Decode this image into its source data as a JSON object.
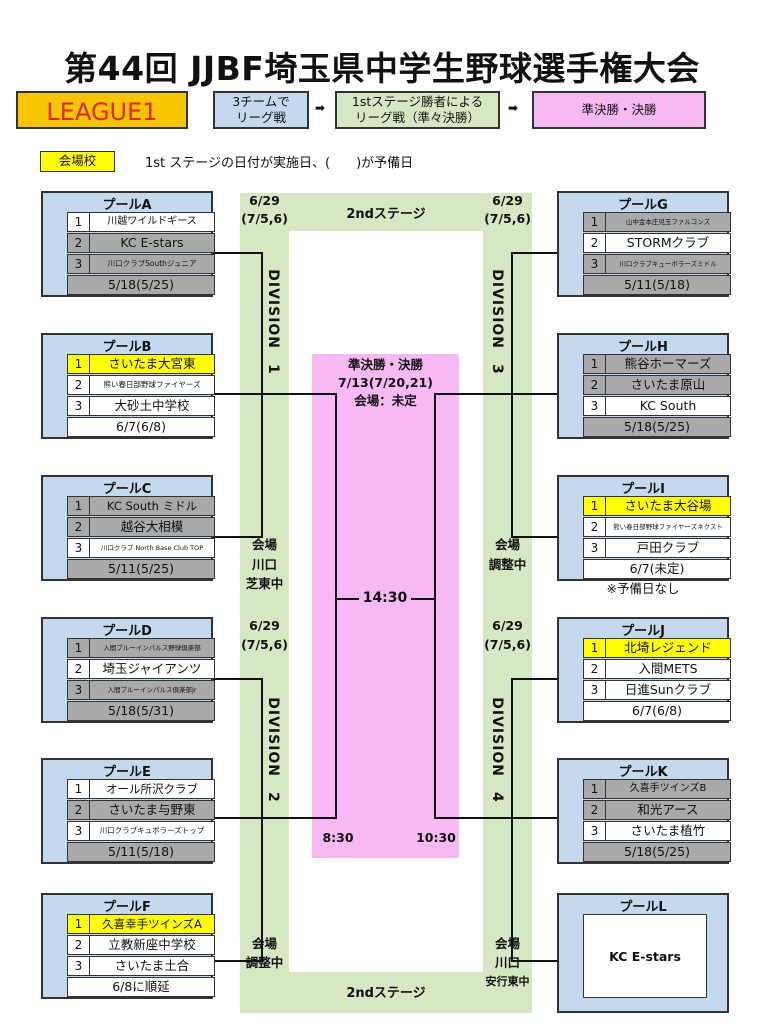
{
  "title": "第44回 JJBF埼玉県中学生野球選手権大会",
  "league": "LEAGUE1",
  "flow": {
    "step1": "3チームで\nリーグ戦",
    "step2": "1stステージ勝者による\nリーグ戦（準々決勝）",
    "step3": "準決勝・決勝"
  },
  "legend": {
    "box": "会場校",
    "text": "1st ステージの日付が実施日、(　　)が予備日"
  },
  "pools": {
    "A": {
      "title": "プールA",
      "teams": [
        "川越ワイルドギース",
        "KC E-stars",
        "川口クラブSouthジュニア"
      ],
      "date": "5/18(5/25)"
    },
    "B": {
      "title": "プールB",
      "teams": [
        "さいたま大宮東",
        "熊い春日部野球ファイヤーズ",
        "大砂土中学校"
      ],
      "date": "6/7(6/8)"
    },
    "C": {
      "title": "プールC",
      "teams": [
        "KC South ミドル",
        "越谷大相模",
        "川口クラブ North Base Club TOP"
      ],
      "date": "5/11(5/25)"
    },
    "D": {
      "title": "プールD",
      "teams": [
        "入間ブルーインパルス野球倶楽部",
        "埼玉ジャイアンツ",
        "入間ブルーインパルス倶楽部Jr"
      ],
      "date": "5/18(5/31)"
    },
    "E": {
      "title": "プールE",
      "teams": [
        "オール所沢クラブ",
        "さいたま与野東",
        "川口クラブキュボラーズトップ"
      ],
      "date": "5/11(5/18)"
    },
    "F": {
      "title": "プールF",
      "teams": [
        "久喜幸手ツインズA",
        "立教新座中学校",
        "さいたま土合"
      ],
      "date": "6/8に順延"
    },
    "G": {
      "title": "プールG",
      "teams": [
        "山中金本庄児玉ファルコンズ",
        "STORMクラブ",
        "川口クラブキューボラーズミドル"
      ],
      "date": "5/11(5/18)"
    },
    "H": {
      "title": "プールH",
      "teams": [
        "熊谷ホーマーズ",
        "さいたま原山",
        "KC South"
      ],
      "date": "5/18(5/25)"
    },
    "I": {
      "title": "プールI",
      "teams": [
        "さいたま大谷場",
        "熊い春日部野球ファイヤーズネクスト",
        "戸田クラブ"
      ],
      "date": "6/7(未定)",
      "note": "※予備日なし"
    },
    "J": {
      "title": "プールJ",
      "teams": [
        "北埼レジェンド",
        "入間METS",
        "日進Sunクラブ"
      ],
      "date": "6/7(6/8)"
    },
    "K": {
      "title": "プールK",
      "teams": [
        "久喜手ツインズB",
        "和光アース",
        "さいたま植竹"
      ],
      "date": "5/18(5/25)"
    },
    "L": {
      "title": "プールL",
      "team": "KC E-stars"
    }
  },
  "nums": [
    "1",
    "2",
    "3"
  ],
  "stage2": {
    "label": "2ndステージ",
    "div1": {
      "label": "DIVISION　1",
      "date": "6/29",
      "reserve": "(7/5,6)",
      "venue_label": "会場",
      "venue": "川口",
      "venue2": "芝東中"
    },
    "div2": {
      "label": "DIVISION　2",
      "date": "6/29",
      "reserve": "(7/5,6)",
      "venue_label": "会場",
      "venue": "調整中"
    },
    "div3": {
      "label": "DIVISION　3",
      "date": "6/29",
      "reserve": "(7/5,6)",
      "venue_label": "会場",
      "venue": "調整中"
    },
    "div4": {
      "label": "DIVISION　4",
      "date": "6/29",
      "reserve": "(7/5,6)",
      "venue_label": "会場",
      "venue": "川口",
      "venue2": "安行東中"
    }
  },
  "final": {
    "label": "準決勝・決勝",
    "date": "7/13(7/20,21)",
    "venue": "会場：未定",
    "time_final": "14:30",
    "time_semi1": "8:30",
    "time_semi2": "10:30"
  }
}
